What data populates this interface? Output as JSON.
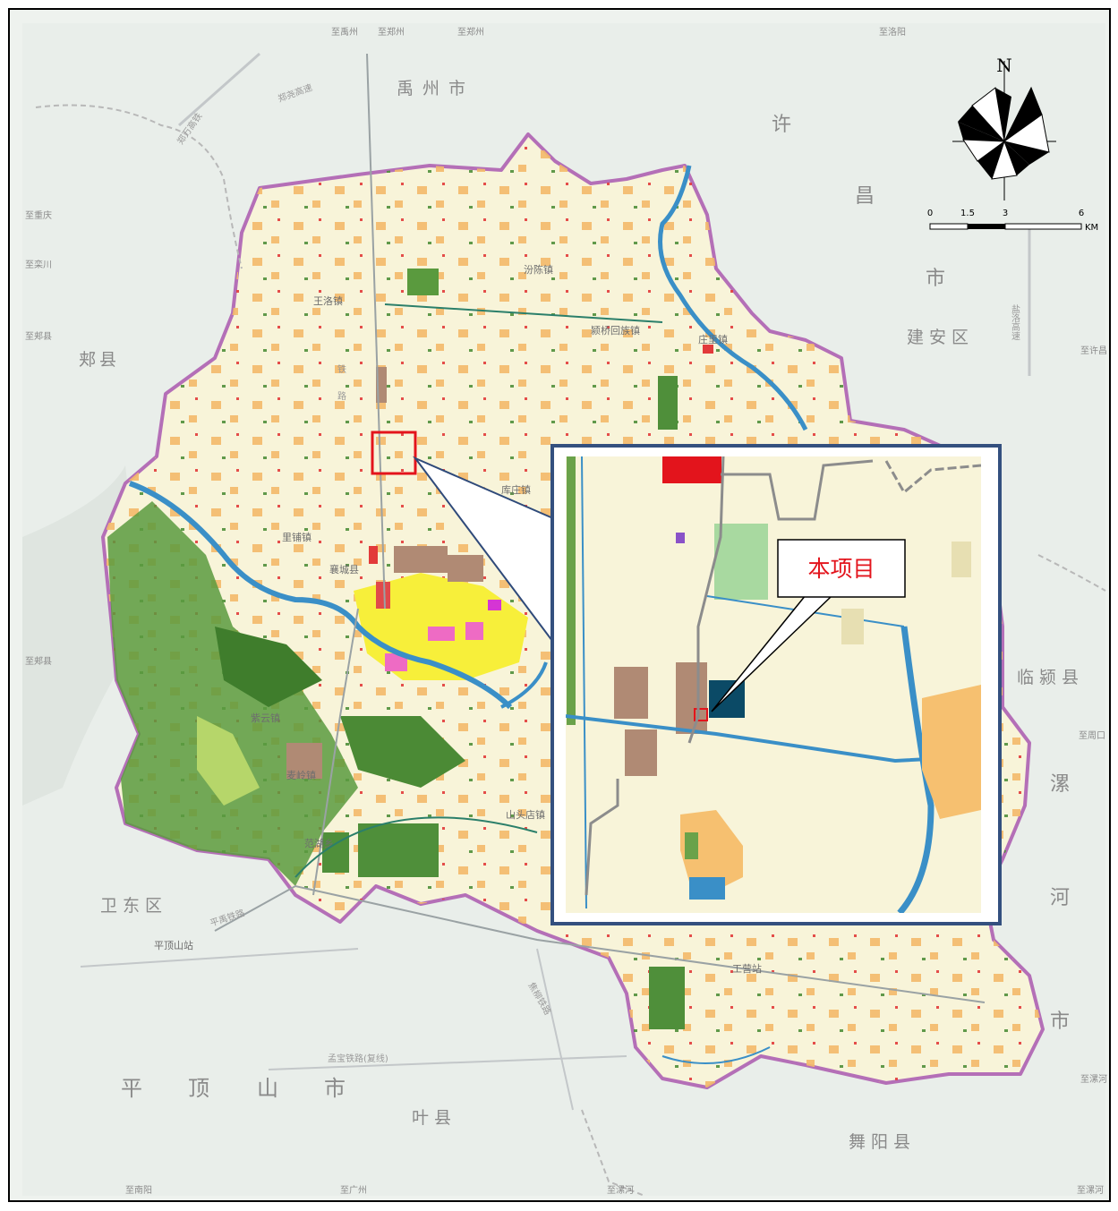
{
  "callout": {
    "text": "本项目"
  },
  "compass": {
    "north": "N"
  },
  "scale_bar": {
    "ticks": [
      "0",
      "1.5",
      "3",
      "6"
    ],
    "unit": "KM"
  },
  "regions": {
    "yuzhou": "禹州市",
    "xu": "许",
    "chang": "昌",
    "shi_xuchang": "市",
    "jianan": "建安区",
    "jiaxian": "郏县",
    "linying": "临颍县",
    "luo": "漯",
    "he": "河",
    "shi_luohe": "市",
    "weidong": "卫东区",
    "ping": "平",
    "ding": "顶",
    "shan": "山",
    "shi_pds": "市",
    "yexian": "叶县",
    "wuyang": "舞阳县"
  },
  "destinations": {
    "to_yuzhou": "至禹州",
    "to_zhengzhou_1": "至郑州",
    "to_zhengzhou_2": "至郑州",
    "to_luoyang": "至洛阳",
    "to_chongqing": "至重庆",
    "to_luanchuan": "至栾川",
    "to_jiaxian_1": "至郏县",
    "to_jiaxian_2": "至郏县",
    "to_xuchang": "至许昌",
    "to_zhoukou": "至周口",
    "to_luohe_1": "至漯河",
    "to_luohe_2": "至漯河",
    "to_luohe_3": "至漯河",
    "to_nanyang": "至南阳",
    "to_guangzhou": "至广州"
  },
  "towns": {
    "fenchen": "汾陈镇",
    "wangluo": "王洛镇",
    "yingqiao": "颍桥回族镇",
    "zhuanglizhen": "庄里镇",
    "kuzhuang": "库庄镇",
    "lipu": "里铺镇",
    "xiangcheng": "襄城县",
    "zijin": "紫云镇",
    "maojiazhen": "麦岭镇",
    "shantoudian": "山头店镇",
    "fanhu": "范湖乡",
    "gongying": "工营站",
    "pingdingshan_station": "平顶山站"
  },
  "roads": {
    "zhengyao": "郑尧高速",
    "zhengwan": "郑万高铁",
    "tie": "铁",
    "lu": "路",
    "yanluo": "盐洛高速",
    "pingyu": "平禹铁路",
    "mengbao": "孟宝铁路(复线)",
    "lanyu": "焦柳铁路"
  }
}
